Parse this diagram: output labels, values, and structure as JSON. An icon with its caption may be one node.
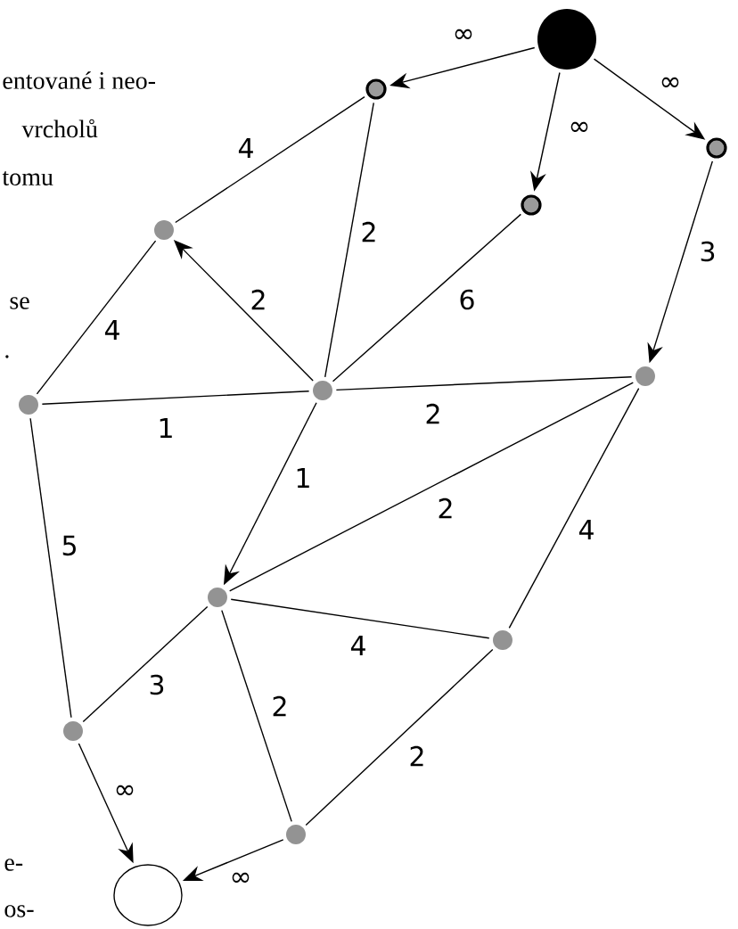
{
  "diagram": {
    "nodes": [
      {
        "text": [],
        "shape": "circle"
      },
      {
        "text": [],
        "shape": "circle"
      },
      {
        "text": [],
        "shape": "circle"
      },
      {
        "text": [],
        "shape": "circle"
      },
      {
        "text": [],
        "shape": "circle"
      },
      {
        "text": [],
        "shape": "circle"
      },
      {
        "text": [],
        "shape": "circle"
      },
      {
        "text": [],
        "shape": "circle"
      },
      {
        "text": [],
        "shape": "circle"
      },
      {
        "text": [],
        "shape": "circle"
      },
      {
        "text": [],
        "shape": "circle"
      },
      {
        "text": [],
        "shape": "circle"
      },
      {
        "text": [],
        "shape": "circle"
      }
    ],
    "edges": [
      {
        "from": 0,
        "to": 1,
        "arrow": "to",
        "label": "∞"
      },
      {
        "from": 0,
        "to": 2,
        "arrow": "to",
        "label": "∞"
      },
      {
        "from": 0,
        "to": 3,
        "arrow": "to",
        "label": "∞"
      },
      {
        "from": 1,
        "to": 4,
        "arrow": "none",
        "label": "4"
      },
      {
        "from": 1,
        "to": 5,
        "arrow": "none",
        "label": "2"
      },
      {
        "from": 2,
        "to": 5,
        "arrow": "none",
        "label": "6"
      },
      {
        "from": 3,
        "to": 7,
        "arrow": "to",
        "label": "3"
      },
      {
        "from": 5,
        "to": 4,
        "arrow": "to",
        "label": "2"
      },
      {
        "from": 4,
        "to": 6,
        "arrow": "none",
        "label": "4"
      },
      {
        "from": 6,
        "to": 5,
        "arrow": "none",
        "label": "1"
      },
      {
        "from": 5,
        "to": 7,
        "arrow": "none",
        "label": "2"
      },
      {
        "from": 5,
        "to": 8,
        "arrow": "to",
        "label": "1"
      },
      {
        "from": 7,
        "to": 8,
        "arrow": "none",
        "label": "2"
      },
      {
        "from": 7,
        "to": 9,
        "arrow": "none",
        "label": "4"
      },
      {
        "from": 6,
        "to": 10,
        "arrow": "none",
        "label": "5"
      },
      {
        "from": 8,
        "to": 9,
        "arrow": "none",
        "label": "4"
      },
      {
        "from": 8,
        "to": 10,
        "arrow": "none",
        "label": "3"
      },
      {
        "from": 8,
        "to": 11,
        "arrow": "none",
        "label": "2"
      },
      {
        "from": 9,
        "to": 11,
        "arrow": "none",
        "label": "2"
      },
      {
        "from": 10,
        "to": 12,
        "arrow": "to",
        "label": "∞"
      },
      {
        "from": 11,
        "to": 12,
        "arrow": "to",
        "label": "∞"
      }
    ],
    "labels": [
      "entované i neo-",
      "vrcholů",
      "tomu",
      "se",
      ".",
      "e-",
      "os-"
    ]
  }
}
